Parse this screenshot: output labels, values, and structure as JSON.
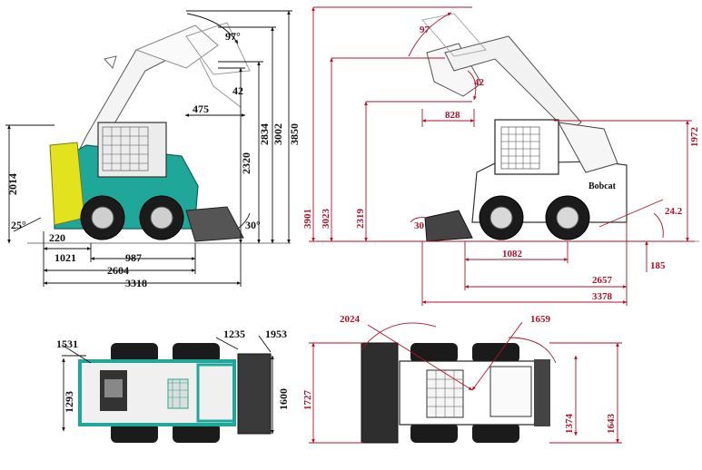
{
  "colors": {
    "dimension_black": "#111111",
    "dimension_red": "#b0122a",
    "body_teal": "#1fa89a",
    "cab_yellow": "#e2e21e",
    "tire_dark": "#1b1b1b",
    "line_gray": "#666666"
  },
  "views": {
    "left_side": {
      "dims": {
        "lift_angle": "97°",
        "bucket_rollback": "42",
        "dump_reach": "475",
        "hinge_height": "2320",
        "dump_clear": "2834",
        "reach_height": "3002",
        "overall_height": "3850",
        "height": "2014",
        "departure_angle": "25°",
        "ground_clear": "220",
        "front_overhang": "1021",
        "wheelbase": "987",
        "length_no_bucket": "2604",
        "length_bucket": "3318",
        "dump_angle": "30°"
      }
    },
    "right_side": {
      "dims": {
        "lift_angle": "97",
        "bucket_rollback": "42",
        "dump_reach": "828",
        "overall_height": "3901",
        "reach_height": "3023",
        "hinge_height": "2319",
        "cab_height": "1972",
        "dump_angle": "30",
        "departure_angle": "24.2",
        "wheelbase": "1082",
        "length_no_bucket": "2657",
        "length_bucket": "3378",
        "ground_clear": "185"
      },
      "brand": "Bobcat"
    },
    "left_top": {
      "dims": {
        "track_front": "1531",
        "bucket_width": "1235",
        "turn_radius_bucket": "1953",
        "width_inner": "1293",
        "width_outer": "1600"
      }
    },
    "right_top": {
      "dims": {
        "turn_radius_bucket": "2024",
        "turn_radius_rear": "1659",
        "bucket_width": "1727",
        "track_width": "1374",
        "overall_width": "1643"
      }
    }
  }
}
